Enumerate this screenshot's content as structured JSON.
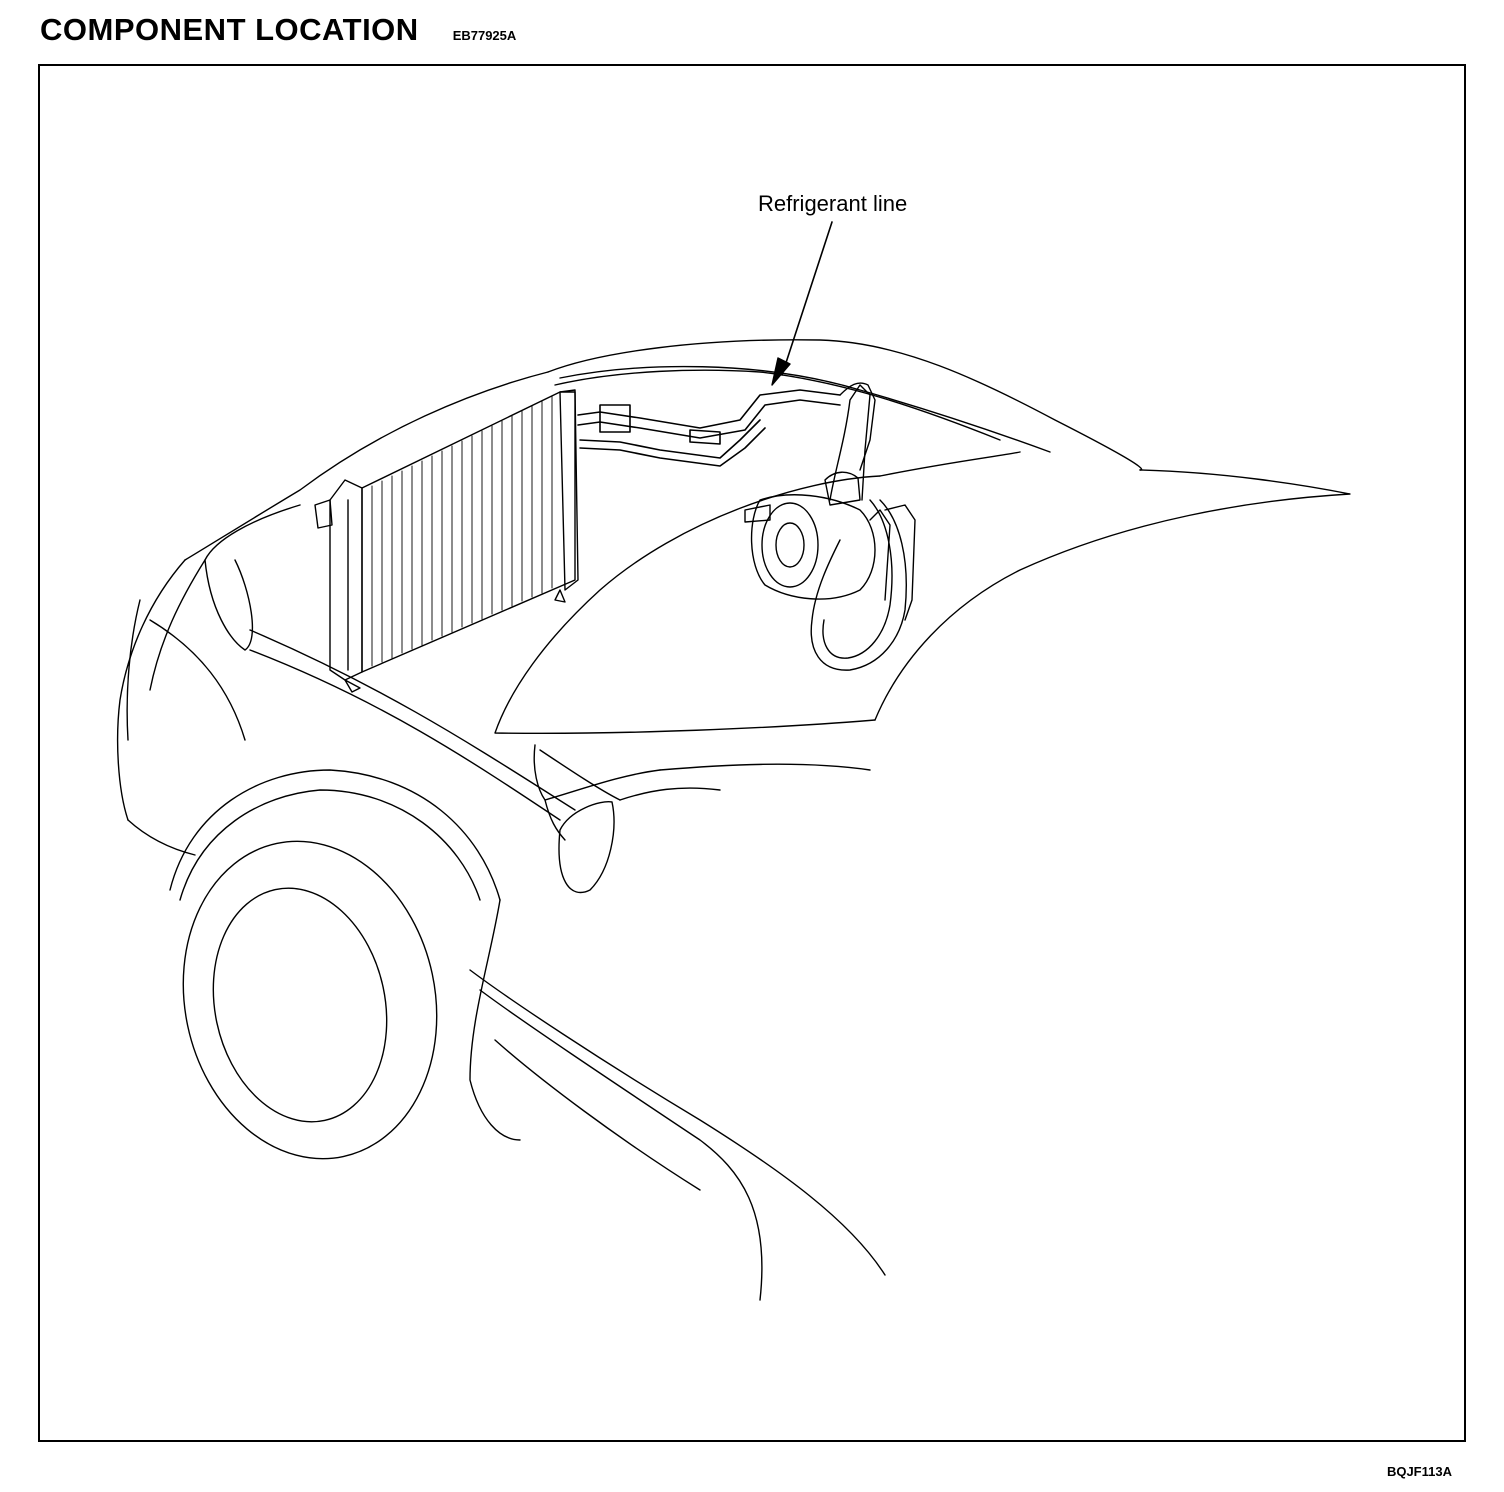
{
  "header": {
    "title": "COMPONENT LOCATION",
    "doc_code": "EB77925A"
  },
  "diagram": {
    "callouts": [
      {
        "label": "Refrigerant line"
      }
    ]
  },
  "footer": {
    "figure_id": "BQJF113A"
  }
}
